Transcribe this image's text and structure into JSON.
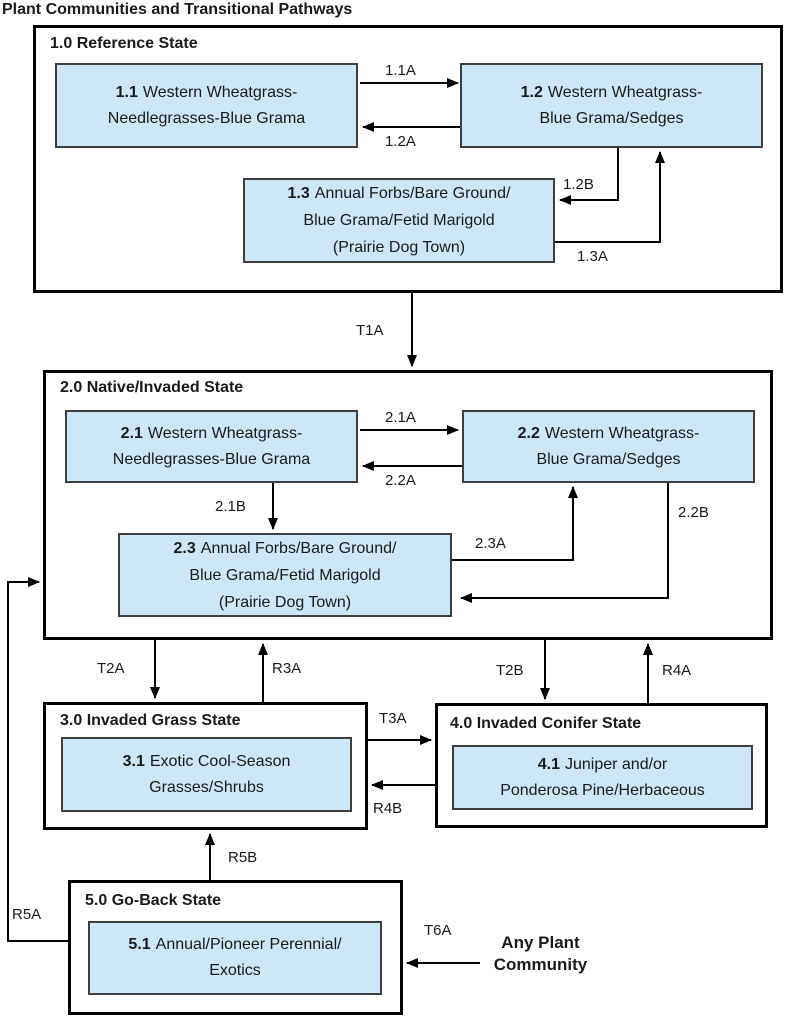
{
  "title": "Plant Communities and Transitional Pathways",
  "colors": {
    "community_fill": "#cde7f7",
    "community_border": "#3f3f3f",
    "state_border": "#000000",
    "arrow": "#000000",
    "text": "#1a1a1a"
  },
  "states": {
    "s1": {
      "label": "1.0 Reference State"
    },
    "s2": {
      "label": "2.0 Native/Invaded State"
    },
    "s3": {
      "label": "3.0 Invaded Grass State"
    },
    "s4": {
      "label": "4.0 Invaded Conifer State"
    },
    "s5": {
      "label": "5.0 Go-Back State"
    }
  },
  "communities": {
    "c11": {
      "num": "1.1",
      "line1": "Western Wheatgrass-",
      "line2": "Needlegrasses-Blue Grama"
    },
    "c12": {
      "num": "1.2",
      "line1": "Western Wheatgrass-",
      "line2": "Blue Grama/Sedges"
    },
    "c13": {
      "num": "1.3",
      "line1": "Annual Forbs/Bare Ground/",
      "line2": "Blue Grama/Fetid Marigold",
      "line3": "(Prairie Dog Town)"
    },
    "c21": {
      "num": "2.1",
      "line1": "Western Wheatgrass-",
      "line2": "Needlegrasses-Blue Grama"
    },
    "c22": {
      "num": "2.2",
      "line1": "Western Wheatgrass-",
      "line2": "Blue Grama/Sedges"
    },
    "c23": {
      "num": "2.3",
      "line1": "Annual Forbs/Bare Ground/",
      "line2": "Blue Grama/Fetid Marigold",
      "line3": "(Prairie Dog Town)"
    },
    "c31": {
      "num": "3.1",
      "line1": "Exotic Cool-Season",
      "line2": "Grasses/Shrubs"
    },
    "c41": {
      "num": "4.1",
      "line1": "Juniper and/or",
      "line2": "Ponderosa Pine/Herbaceous"
    },
    "c51": {
      "num": "5.1",
      "line1": "Annual/Pioneer Perennial/",
      "line2": "Exotics"
    }
  },
  "pathways": {
    "p11A": "1.1A",
    "p12A": "1.2A",
    "p12B": "1.2B",
    "p13A": "1.3A",
    "t1A": "T1A",
    "p21A": "2.1A",
    "p22A": "2.2A",
    "p21B": "2.1B",
    "p23A": "2.3A",
    "p22B": "2.2B",
    "t2A": "T2A",
    "r3A": "R3A",
    "t2B": "T2B",
    "r4A": "R4A",
    "t3A": "T3A",
    "r4B": "R4B",
    "r5B": "R5B",
    "r5A": "R5A",
    "t6A": "T6A"
  },
  "external": {
    "any_plant_line1": "Any Plant",
    "any_plant_line2": "Community"
  }
}
